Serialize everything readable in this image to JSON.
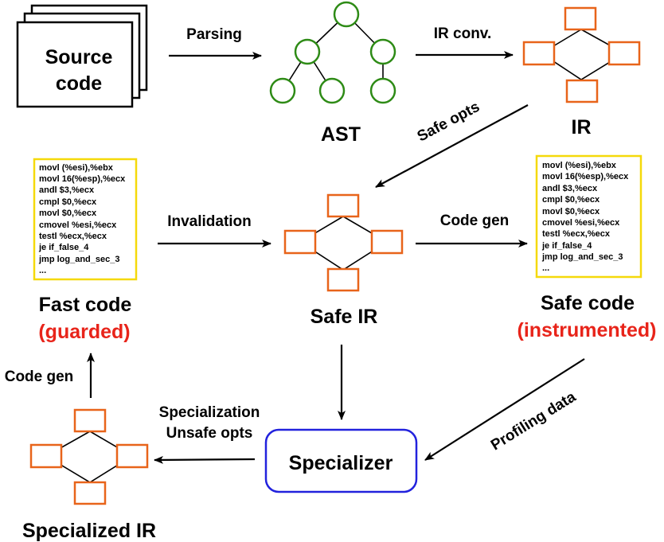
{
  "nodes": {
    "source_code": [
      "Source",
      "code"
    ],
    "ast": "AST",
    "ir": "IR",
    "safe_ir": "Safe IR",
    "fast_code": "Fast code",
    "fast_code_qualifier": "(guarded)",
    "safe_code": "Safe code",
    "safe_code_qualifier": "(instrumented)",
    "specializer": "Specializer",
    "specialized_ir": "Specialized IR"
  },
  "edges": {
    "parsing": "Parsing",
    "ir_conv": "IR conv.",
    "safe_opts": "Safe opts",
    "invalidation": "Invalidation",
    "code_gen_right": "Code gen",
    "code_gen_left": "Code gen",
    "specialization": "Specialization",
    "unsafe_opts": "Unsafe opts",
    "profiling_data": "Profiling data"
  },
  "code_listing": [
    "movl (%esi),%ebx",
    "movl 16(%esp),%ecx",
    "andl $3,%ecx",
    "cmpl $0,%ecx",
    "movl $0,%ecx",
    "cmovel %esi,%ecx",
    "testl %ecx,%ecx",
    "je if_false_4",
    "jmp log_and_sec_3",
    "..."
  ],
  "colors": {
    "ir_box": "#e8641a",
    "ast_node": "#2e8b16",
    "code_border": "#f5d90a",
    "specializer_border": "#2222dd",
    "highlight_text": "#e8241a"
  }
}
